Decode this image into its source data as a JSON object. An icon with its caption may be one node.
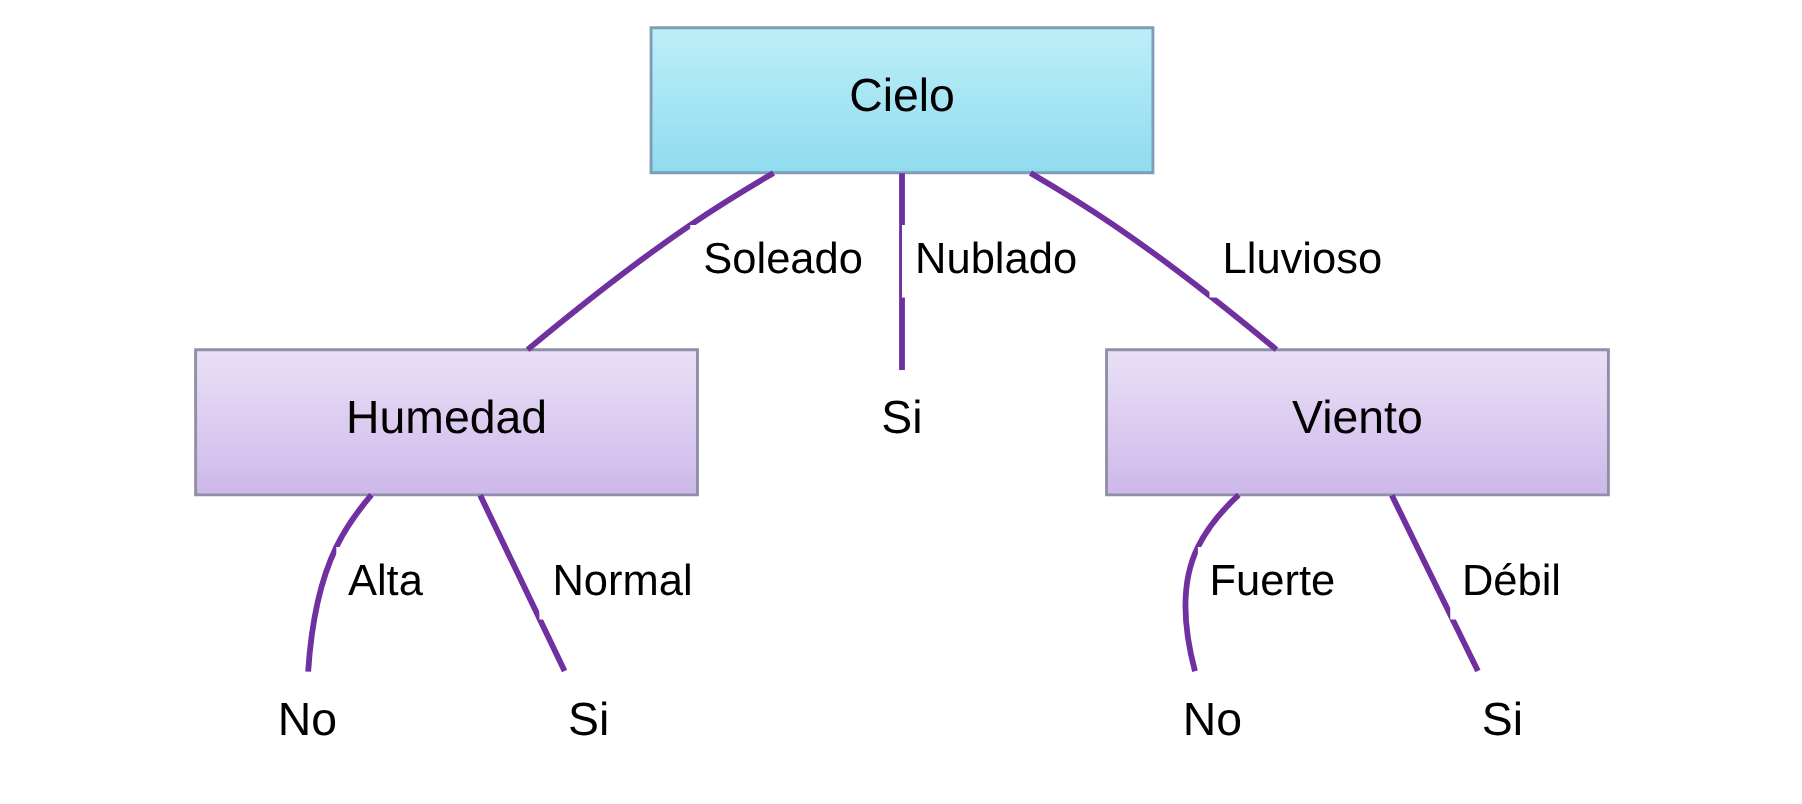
{
  "diagram": {
    "nodes": [
      {
        "text": [
          "Cielo"
        ]
      },
      {
        "text": [
          "Humedad"
        ]
      },
      {
        "text": [
          "Si"
        ]
      },
      {
        "text": [
          "Viento"
        ]
      },
      {
        "text": [
          "No"
        ]
      },
      {
        "text": [
          "Si"
        ]
      },
      {
        "text": [
          "No"
        ]
      },
      {
        "text": [
          "Si"
        ]
      }
    ],
    "edges": [
      {
        "from": 0,
        "to": 1,
        "arrow": "none",
        "label": "Soleado"
      },
      {
        "from": 0,
        "to": 2,
        "arrow": "none",
        "label": "Nublado"
      },
      {
        "from": 0,
        "to": 3,
        "arrow": "none",
        "label": "Lluvioso"
      },
      {
        "from": 1,
        "to": 4,
        "arrow": "none",
        "label": "Alta"
      },
      {
        "from": 1,
        "to": 5,
        "arrow": "none",
        "label": "Normal"
      },
      {
        "from": 3,
        "to": 6,
        "arrow": "none",
        "label": "Fuerte"
      },
      {
        "from": 3,
        "to": 7,
        "arrow": "none",
        "label": "Débil"
      }
    ]
  }
}
